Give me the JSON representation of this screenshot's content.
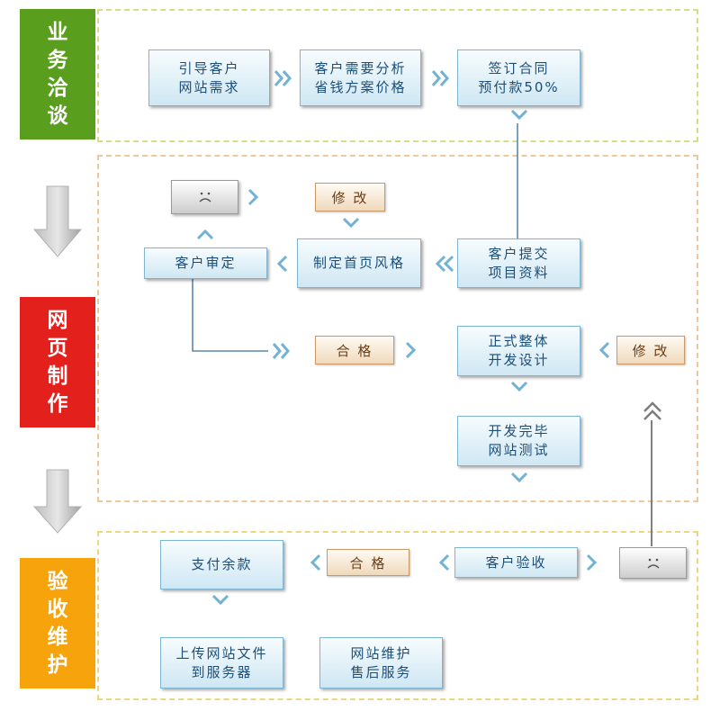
{
  "stages": [
    {
      "label": "业务洽谈",
      "color": "#5a9e1e"
    },
    {
      "label": "网页制作",
      "color": "#e3201b"
    },
    {
      "label": "验收维护",
      "color": "#f7a30c"
    }
  ],
  "business": {
    "guide_customer": [
      "引导客户",
      "网站需求"
    ],
    "needs_analysis": [
      "客户需要分析",
      "省钱方案价格"
    ],
    "sign_contract": [
      "签订合同",
      "预付款50%"
    ]
  },
  "production": {
    "revise_top": "修 改",
    "customer_review": "客户审定",
    "homepage_style": "制定首页风格",
    "submit_materials": [
      "客户提交",
      "项目资料"
    ],
    "approved": "合 格",
    "full_development": [
      "正式整体",
      "开发设计"
    ],
    "revise_right": "修 改",
    "testing": [
      "开发完毕",
      "网站测试"
    ]
  },
  "acceptance": {
    "pay_balance": "支付余款",
    "approved": "合 格",
    "customer_acceptance": "客户验收",
    "upload_files": [
      "上传网站文件",
      "到服务器"
    ],
    "maintenance": [
      "网站维护",
      "售后服务"
    ]
  },
  "colors": {
    "box_text": "#1c4e7a",
    "tag_text": "#6a3d16",
    "chevron": "#72b2d4"
  },
  "icons": {
    "rejected": "sad-face-icon",
    "flow": "chevron-icon",
    "stage_transition": "down-arrow-icon"
  }
}
